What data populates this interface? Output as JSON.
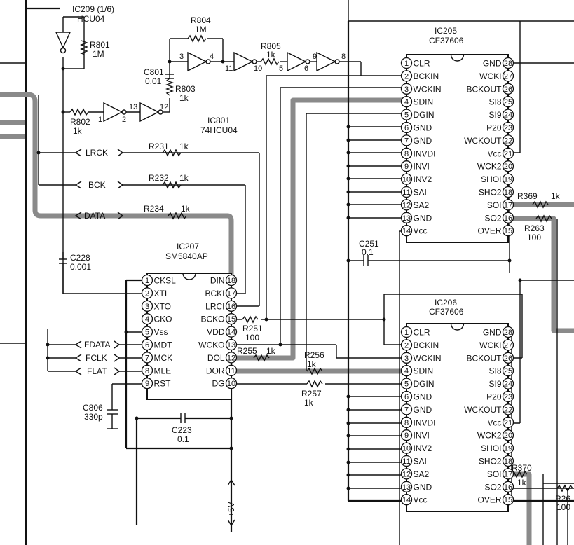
{
  "ic209": {
    "ref": "IC209 (1/6)",
    "part": "HCU04"
  },
  "ic801": {
    "ref": "IC801",
    "part": "74HCU04"
  },
  "resistors": {
    "r801": {
      "ref": "R801",
      "value": "1M"
    },
    "r802": {
      "ref": "R802",
      "value": "1k"
    },
    "r803": {
      "ref": "R803",
      "value": "1k"
    },
    "r804": {
      "ref": "R804",
      "value": "1M"
    },
    "r805": {
      "ref": "R805",
      "value": "1k"
    },
    "r231": {
      "ref": "R231",
      "value": "1k"
    },
    "r232": {
      "ref": "R232",
      "value": "1k"
    },
    "r234": {
      "ref": "R234",
      "value": "1k"
    },
    "r251": {
      "ref": "R251",
      "value": "100"
    },
    "r255": {
      "ref": "R255",
      "value": "1k"
    },
    "r256": {
      "ref": "R256",
      "value": "1k"
    },
    "r257": {
      "ref": "R257",
      "value": "1k"
    },
    "r263": {
      "ref": "R263",
      "value": "100"
    },
    "r369": {
      "ref": "R369",
      "value": "1k"
    },
    "r370": {
      "ref": "R370",
      "value": "1k"
    },
    "r26x": {
      "ref": "R26",
      "value": "100"
    }
  },
  "capacitors": {
    "c801": {
      "ref": "C801",
      "value": "0.01"
    },
    "c228": {
      "ref": "C228",
      "value": "0.001"
    },
    "c251": {
      "ref": "C251",
      "value": "0.1"
    },
    "c223": {
      "ref": "C223",
      "value": "0.1"
    },
    "c806": {
      "ref": "C806",
      "value": "330p"
    }
  },
  "inverter_pins": {
    "i3": "3",
    "i4": "4",
    "i11": "11",
    "i10": "10",
    "i5": "5",
    "i6": "6",
    "i9": "9",
    "i8": "8",
    "i1": "1",
    "i2": "2",
    "i13": "13",
    "i12": "12"
  },
  "signals": {
    "lrck": "LRCK",
    "bck": "BCK",
    "data": "DATA",
    "fdata": "FDATA",
    "fck": "FCLK",
    "flat": "FLAT"
  },
  "supply": "+5V",
  "ic207": {
    "ref": "IC207",
    "part": "SM5840AP",
    "left": [
      {
        "n": "1",
        "name": "CKSL"
      },
      {
        "n": "2",
        "name": "XTI"
      },
      {
        "n": "3",
        "name": "XTO"
      },
      {
        "n": "4",
        "name": "CKO"
      },
      {
        "n": "5",
        "name": "Vss"
      },
      {
        "n": "6",
        "name": "MDT"
      },
      {
        "n": "7",
        "name": "MCK"
      },
      {
        "n": "8",
        "name": "MLE"
      },
      {
        "n": "9",
        "name": "RST"
      }
    ],
    "right": [
      {
        "n": "18",
        "name": "DIN"
      },
      {
        "n": "17",
        "name": "BCKI"
      },
      {
        "n": "16",
        "name": "LRCI"
      },
      {
        "n": "15",
        "name": "BCKO"
      },
      {
        "n": "14",
        "name": "VDD"
      },
      {
        "n": "13",
        "name": "WCKO"
      },
      {
        "n": "12",
        "name": "DOL"
      },
      {
        "n": "11",
        "name": "DOR"
      },
      {
        "n": "10",
        "name": "DG"
      }
    ]
  },
  "ic205": {
    "ref": "IC205",
    "part": "CF37606",
    "left": [
      {
        "n": "1",
        "name": "CLR"
      },
      {
        "n": "2",
        "name": "BCKIN"
      },
      {
        "n": "3",
        "name": "WCKIN"
      },
      {
        "n": "4",
        "name": "SDIN"
      },
      {
        "n": "5",
        "name": "DGIN"
      },
      {
        "n": "6",
        "name": "GND"
      },
      {
        "n": "7",
        "name": "GND"
      },
      {
        "n": "8",
        "name": "INVDI"
      },
      {
        "n": "9",
        "name": "INVI"
      },
      {
        "n": "10",
        "name": "INV2"
      },
      {
        "n": "11",
        "name": "SAI"
      },
      {
        "n": "12",
        "name": "SA2"
      },
      {
        "n": "13",
        "name": "GND"
      },
      {
        "n": "14",
        "name": "Vcc"
      }
    ],
    "right": [
      {
        "n": "28",
        "name": "GND"
      },
      {
        "n": "27",
        "name": "WCKI"
      },
      {
        "n": "26",
        "name": "BCKOUT"
      },
      {
        "n": "25",
        "name": "SI8"
      },
      {
        "n": "24",
        "name": "SI9"
      },
      {
        "n": "23",
        "name": "P20"
      },
      {
        "n": "22",
        "name": "WCKOUT"
      },
      {
        "n": "21",
        "name": "Vcc"
      },
      {
        "n": "20",
        "name": "WCK2"
      },
      {
        "n": "19",
        "name": "SHOI"
      },
      {
        "n": "18",
        "name": "SHO2"
      },
      {
        "n": "17",
        "name": "SOI"
      },
      {
        "n": "16",
        "name": "SO2"
      },
      {
        "n": "15",
        "name": "OVER"
      }
    ]
  },
  "ic206": {
    "ref": "IC206",
    "part": "CF37606",
    "left": [
      {
        "n": "1",
        "name": "CLR"
      },
      {
        "n": "2",
        "name": "BCKIN"
      },
      {
        "n": "3",
        "name": "WCKIN"
      },
      {
        "n": "4",
        "name": "SDIN"
      },
      {
        "n": "5",
        "name": "DGIN"
      },
      {
        "n": "6",
        "name": "GND"
      },
      {
        "n": "7",
        "name": "GND"
      },
      {
        "n": "8",
        "name": "INVDI"
      },
      {
        "n": "9",
        "name": "INVI"
      },
      {
        "n": "10",
        "name": "INV2"
      },
      {
        "n": "11",
        "name": "SAI"
      },
      {
        "n": "12",
        "name": "SA2"
      },
      {
        "n": "13",
        "name": "GND"
      },
      {
        "n": "14",
        "name": "Vcc"
      }
    ],
    "right": [
      {
        "n": "28",
        "name": "GND"
      },
      {
        "n": "27",
        "name": "WCKI"
      },
      {
        "n": "26",
        "name": "BCKOUT"
      },
      {
        "n": "25",
        "name": "SI8"
      },
      {
        "n": "24",
        "name": "SI9"
      },
      {
        "n": "23",
        "name": "P20"
      },
      {
        "n": "22",
        "name": "WCKOUT"
      },
      {
        "n": "21",
        "name": "Vcc"
      },
      {
        "n": "20",
        "name": "WCK2"
      },
      {
        "n": "19",
        "name": "SHOI"
      },
      {
        "n": "18",
        "name": "SHO2"
      },
      {
        "n": "17",
        "name": "SOI"
      },
      {
        "n": "16",
        "name": "SO2"
      },
      {
        "n": "15",
        "name": "OVER"
      }
    ]
  }
}
